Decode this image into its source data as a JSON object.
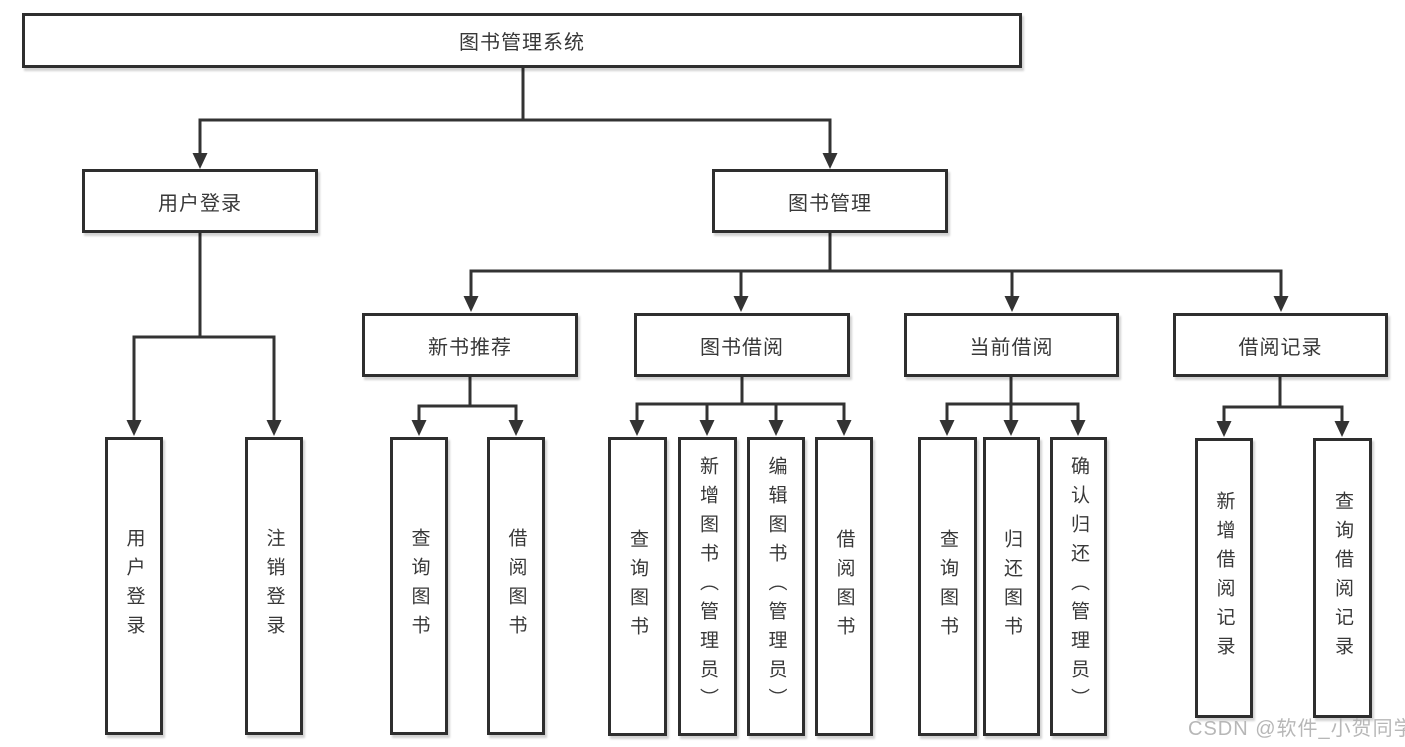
{
  "diagram": {
    "root": {
      "label": "图书管理系统",
      "children": [
        {
          "label": "用户登录",
          "children": [
            {
              "label": "用户登录"
            },
            {
              "label": "注销登录"
            }
          ]
        },
        {
          "label": "图书管理",
          "children": [
            {
              "label": "新书推荐",
              "children": [
                {
                  "label": "查询图书"
                },
                {
                  "label": "借阅图书"
                }
              ]
            },
            {
              "label": "图书借阅",
              "children": [
                {
                  "label": "查询图书"
                },
                {
                  "label": "新增图书（管理员）"
                },
                {
                  "label": "编辑图书（管理员）"
                },
                {
                  "label": "借阅图书"
                }
              ]
            },
            {
              "label": "当前借阅",
              "children": [
                {
                  "label": "查询图书"
                },
                {
                  "label": "归还图书"
                },
                {
                  "label": "确认归还（管理员）"
                }
              ]
            },
            {
              "label": "借阅记录",
              "children": [
                {
                  "label": "新增借阅记录"
                },
                {
                  "label": "查询借阅记录"
                }
              ]
            }
          ]
        }
      ]
    }
  },
  "watermark": {
    "text": "CSDN @软件_小贺同学"
  },
  "colors": {
    "line": "#333333",
    "node-text": "#383838",
    "background": "#ffffff",
    "watermark": "#b0b0b0"
  }
}
